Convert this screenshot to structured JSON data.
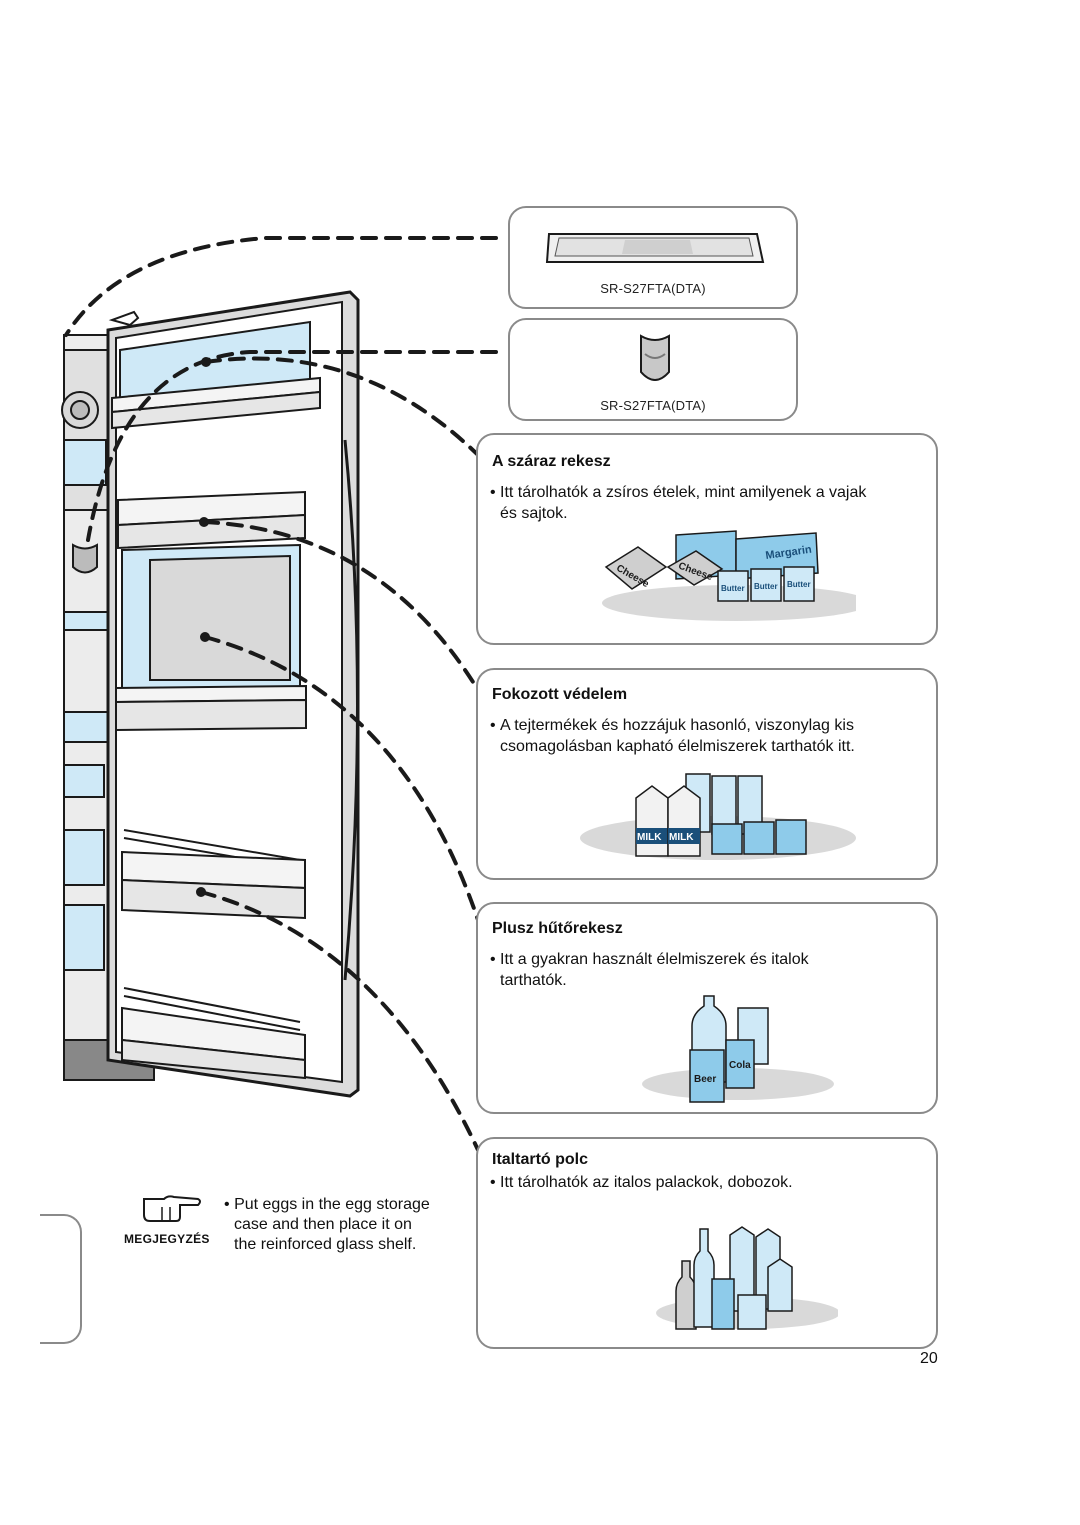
{
  "thumbnails": [
    {
      "model": "SR-S27FTA(DTA)"
    },
    {
      "model": "SR-S27FTA(DTA)"
    }
  ],
  "sections": [
    {
      "title": "A száraz rekesz",
      "bullet": "•",
      "line1": "Itt tárolhatók a zsíros ételek, mint amilyenek a vajak",
      "line2": "és sajtok.",
      "labels": [
        "Cheese",
        "Cheese",
        "Margarin",
        "Butter",
        "Butter",
        "Butter"
      ]
    },
    {
      "title": "Fokozott védelem",
      "bullet": "•",
      "line1": "A tejtermékek és hozzájuk hasonló, viszonylag kis",
      "line2": "csomagolásban kapható élelmiszerek tarthatók itt.",
      "labels": [
        "MILK",
        "MILK"
      ]
    },
    {
      "title": "Plusz hűtőrekesz",
      "bullet": "•",
      "line1": "Itt a gyakran használt élelmiszerek és italok",
      "line2": "tarthatók.",
      "labels": [
        "Beer",
        "Cola"
      ]
    },
    {
      "title": "Italtartó polc",
      "bullet": "•",
      "line1": "Itt tárolhatók az italos palackok, dobozok.",
      "line2": "",
      "labels": []
    }
  ],
  "note": {
    "label": "MEGJEGYZÉS",
    "bullet": "•",
    "line1": "Put eggs in the egg storage",
    "line2": "case and then place it on",
    "line3": "the reinforced glass shelf.",
    "icon": "pointing-hand-icon"
  },
  "page_number": "20",
  "colors": {
    "ice_blue": "#cfe9f7",
    "mid_blue": "#8ecbea",
    "dark_line": "#1a1a1a",
    "box_border": "#8a8a8a",
    "shadow_grey": "#d9d9d9"
  }
}
